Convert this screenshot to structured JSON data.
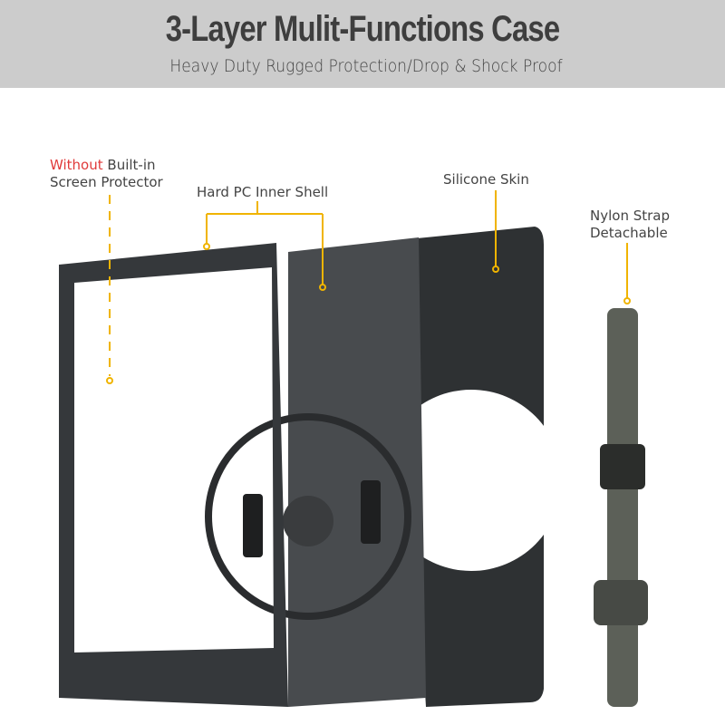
{
  "header": {
    "title": "3-Layer Mulit-Functions Case",
    "subtitle": "Heavy Duty Rugged Protection/Drop & Shock Proof"
  },
  "callouts": {
    "protector_highlight": "Without",
    "protector_rest_line1": "Built-in",
    "protector_line2": "Screen Protector",
    "inner_shell": "Hard PC Inner Shell",
    "silicone": "Silicone Skin",
    "strap_line1": "Nylon Strap",
    "strap_line2": "Detachable"
  },
  "colors": {
    "banner": "#cccccc",
    "accent_line": "#f0b400",
    "highlight": "#e03a3a",
    "case": "#3a3d40"
  }
}
